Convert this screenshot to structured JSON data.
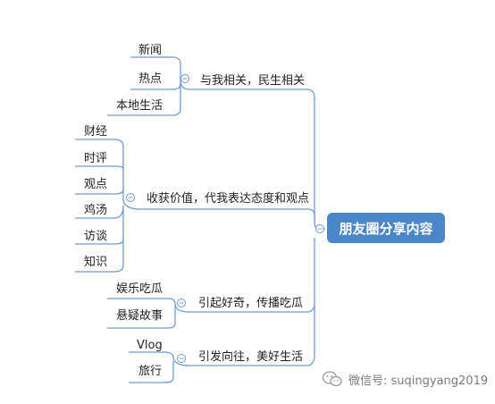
{
  "root": {
    "label": "朋友圈分享内容",
    "color": "#4a86c8"
  },
  "line_color": "#6f9bd0",
  "branches": [
    {
      "label": "与我相关，民生相关",
      "children": [
        "新闻",
        "热点",
        "本地生活"
      ]
    },
    {
      "label": "收获价值，代我表达态度和观点",
      "children": [
        "财经",
        "时评",
        "观点",
        "鸡汤",
        "访谈",
        "知识"
      ]
    },
    {
      "label": "引起好奇，传播吃瓜",
      "children": [
        "娱乐吃瓜",
        "悬疑故事"
      ]
    },
    {
      "label": "引发向往，美好生活",
      "children": [
        "Vlog",
        "旅行"
      ]
    }
  ],
  "watermark": {
    "icon": "wechat-logo",
    "text": "微信号: suqingyang2019"
  }
}
